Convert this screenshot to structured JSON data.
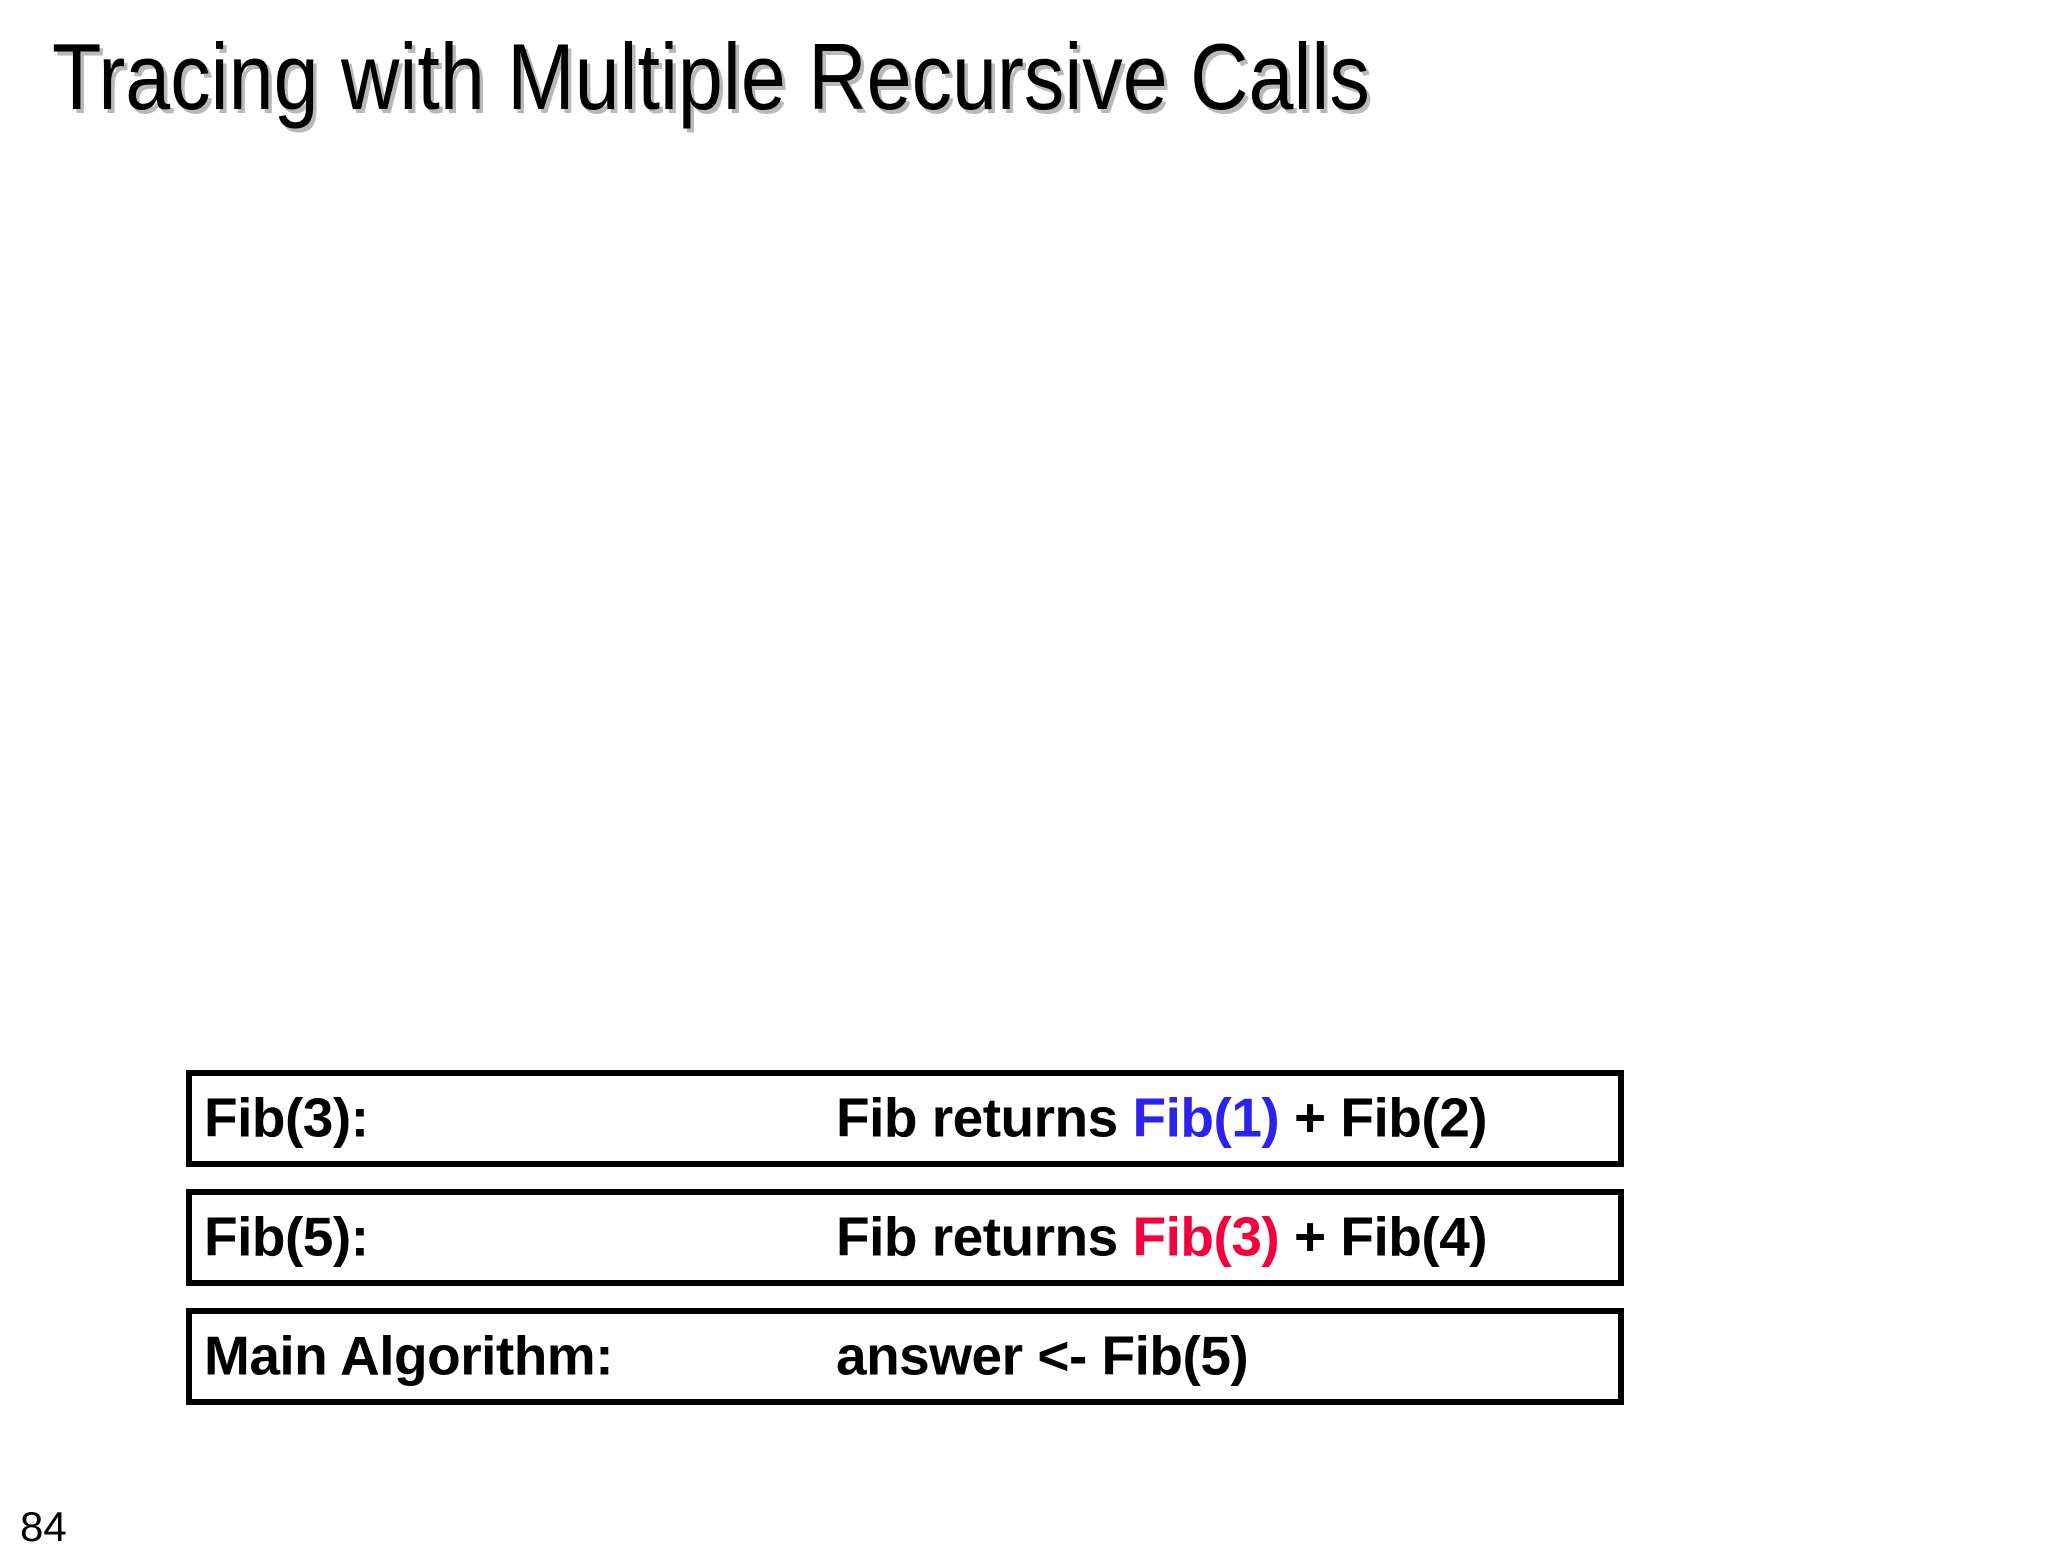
{
  "slide": {
    "title": "Tracing with Multiple Recursive Calls",
    "page_number": "84",
    "colors": {
      "background": "#ffffff",
      "text": "#000000",
      "title_shadow": "#b9b9b9",
      "highlight_blue": "#2b22ee",
      "highlight_red": "#f4003c",
      "frame_border": "#000000"
    }
  },
  "call_stack": {
    "frames": [
      {
        "label": "Fib(3):",
        "body_prefix": "Fib returns ",
        "body_highlight": "Fib(1)",
        "body_highlight_color": "blue",
        "body_suffix": " + Fib(2)"
      },
      {
        "label": "Fib(5):",
        "body_prefix": "Fib returns ",
        "body_highlight": "Fib(3)",
        "body_highlight_color": "red",
        "body_suffix": " + Fib(4)"
      },
      {
        "label": "Main Algorithm:",
        "body_prefix": "answer <- Fib(5)",
        "body_highlight": "",
        "body_highlight_color": "none",
        "body_suffix": ""
      }
    ]
  }
}
